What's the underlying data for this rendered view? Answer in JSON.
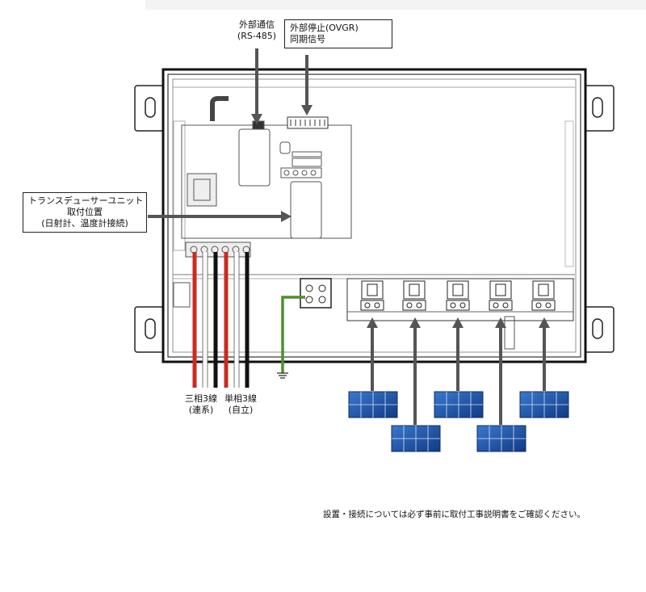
{
  "labels": {
    "ext_comm_line1": "外部通信",
    "ext_comm_line2": "(RS-485)",
    "ext_stop_line1": "外部停止(OVGR)",
    "ext_stop_line2": "同期信号",
    "transducer_line1": "トランスデューサーユニット",
    "transducer_line2": "取付位置",
    "transducer_line3": "(日射計、温度計接続)",
    "three_phase_line1": "三相3線",
    "three_phase_line2": "(連系)",
    "single_phase_line1": "単相3線",
    "single_phase_line2": "(自立)"
  },
  "footer_note": "設置・接続については必ず事前に取付工事説明書をご確認ください。",
  "colors": {
    "arrow": "#555555",
    "wire_red": "#cc2a1f",
    "wire_black": "#111111",
    "ground_green": "#4e8f2f",
    "panel_blue": "#1f4fa3"
  }
}
